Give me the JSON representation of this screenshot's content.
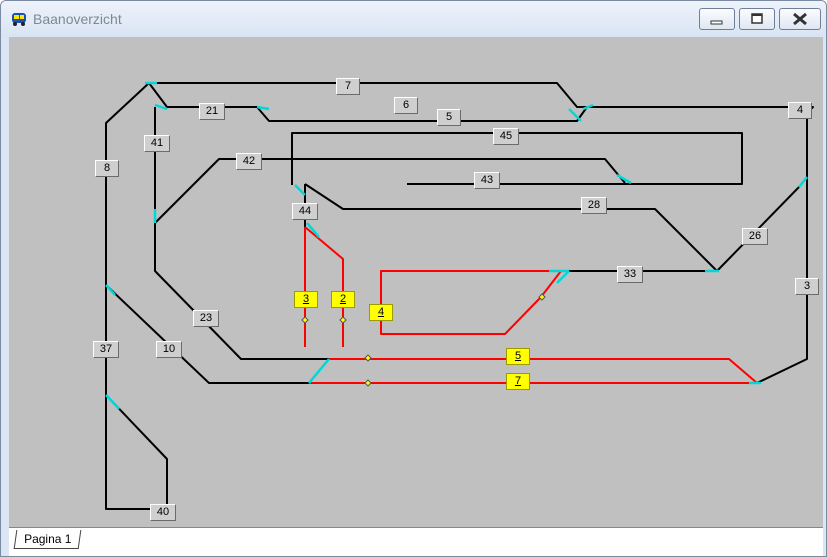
{
  "window": {
    "title": "Baanoverzicht"
  },
  "tabs": [
    {
      "label": "Pagina 1"
    }
  ],
  "labels": {
    "l7": "7",
    "l6": "6",
    "l5": "5",
    "l4": "4",
    "l21": "21",
    "l41": "41",
    "l45": "45",
    "l8": "8",
    "l42": "42",
    "l43": "43",
    "l44": "44",
    "l28": "28",
    "l26": "26",
    "l33": "33",
    "l3": "3",
    "l23": "23",
    "l37": "37",
    "l10": "10",
    "l40": "40"
  },
  "routes": {
    "r3": "3",
    "r2": "2",
    "r4": "4",
    "r5": "5",
    "r7": "7"
  },
  "colors": {
    "track": "#000000",
    "active_track": "#ff0000",
    "switch": "#00d8d8",
    "canvas": "#c0c0c0",
    "route_label": "#ffff00"
  }
}
